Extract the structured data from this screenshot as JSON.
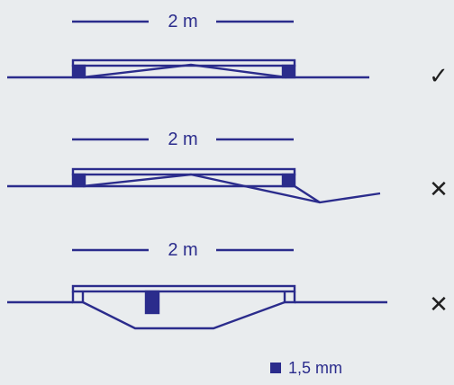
{
  "scenarios": [
    {
      "dimension": "2 m",
      "result": "✓"
    },
    {
      "dimension": "2 m",
      "result": "✕"
    },
    {
      "dimension": "2 m",
      "result": "✕"
    }
  ],
  "legend": {
    "label": "1,5 mm"
  },
  "colors": {
    "line": "#2b2c8c",
    "mark": "#1f1f1f",
    "background": "#e9ecee"
  }
}
